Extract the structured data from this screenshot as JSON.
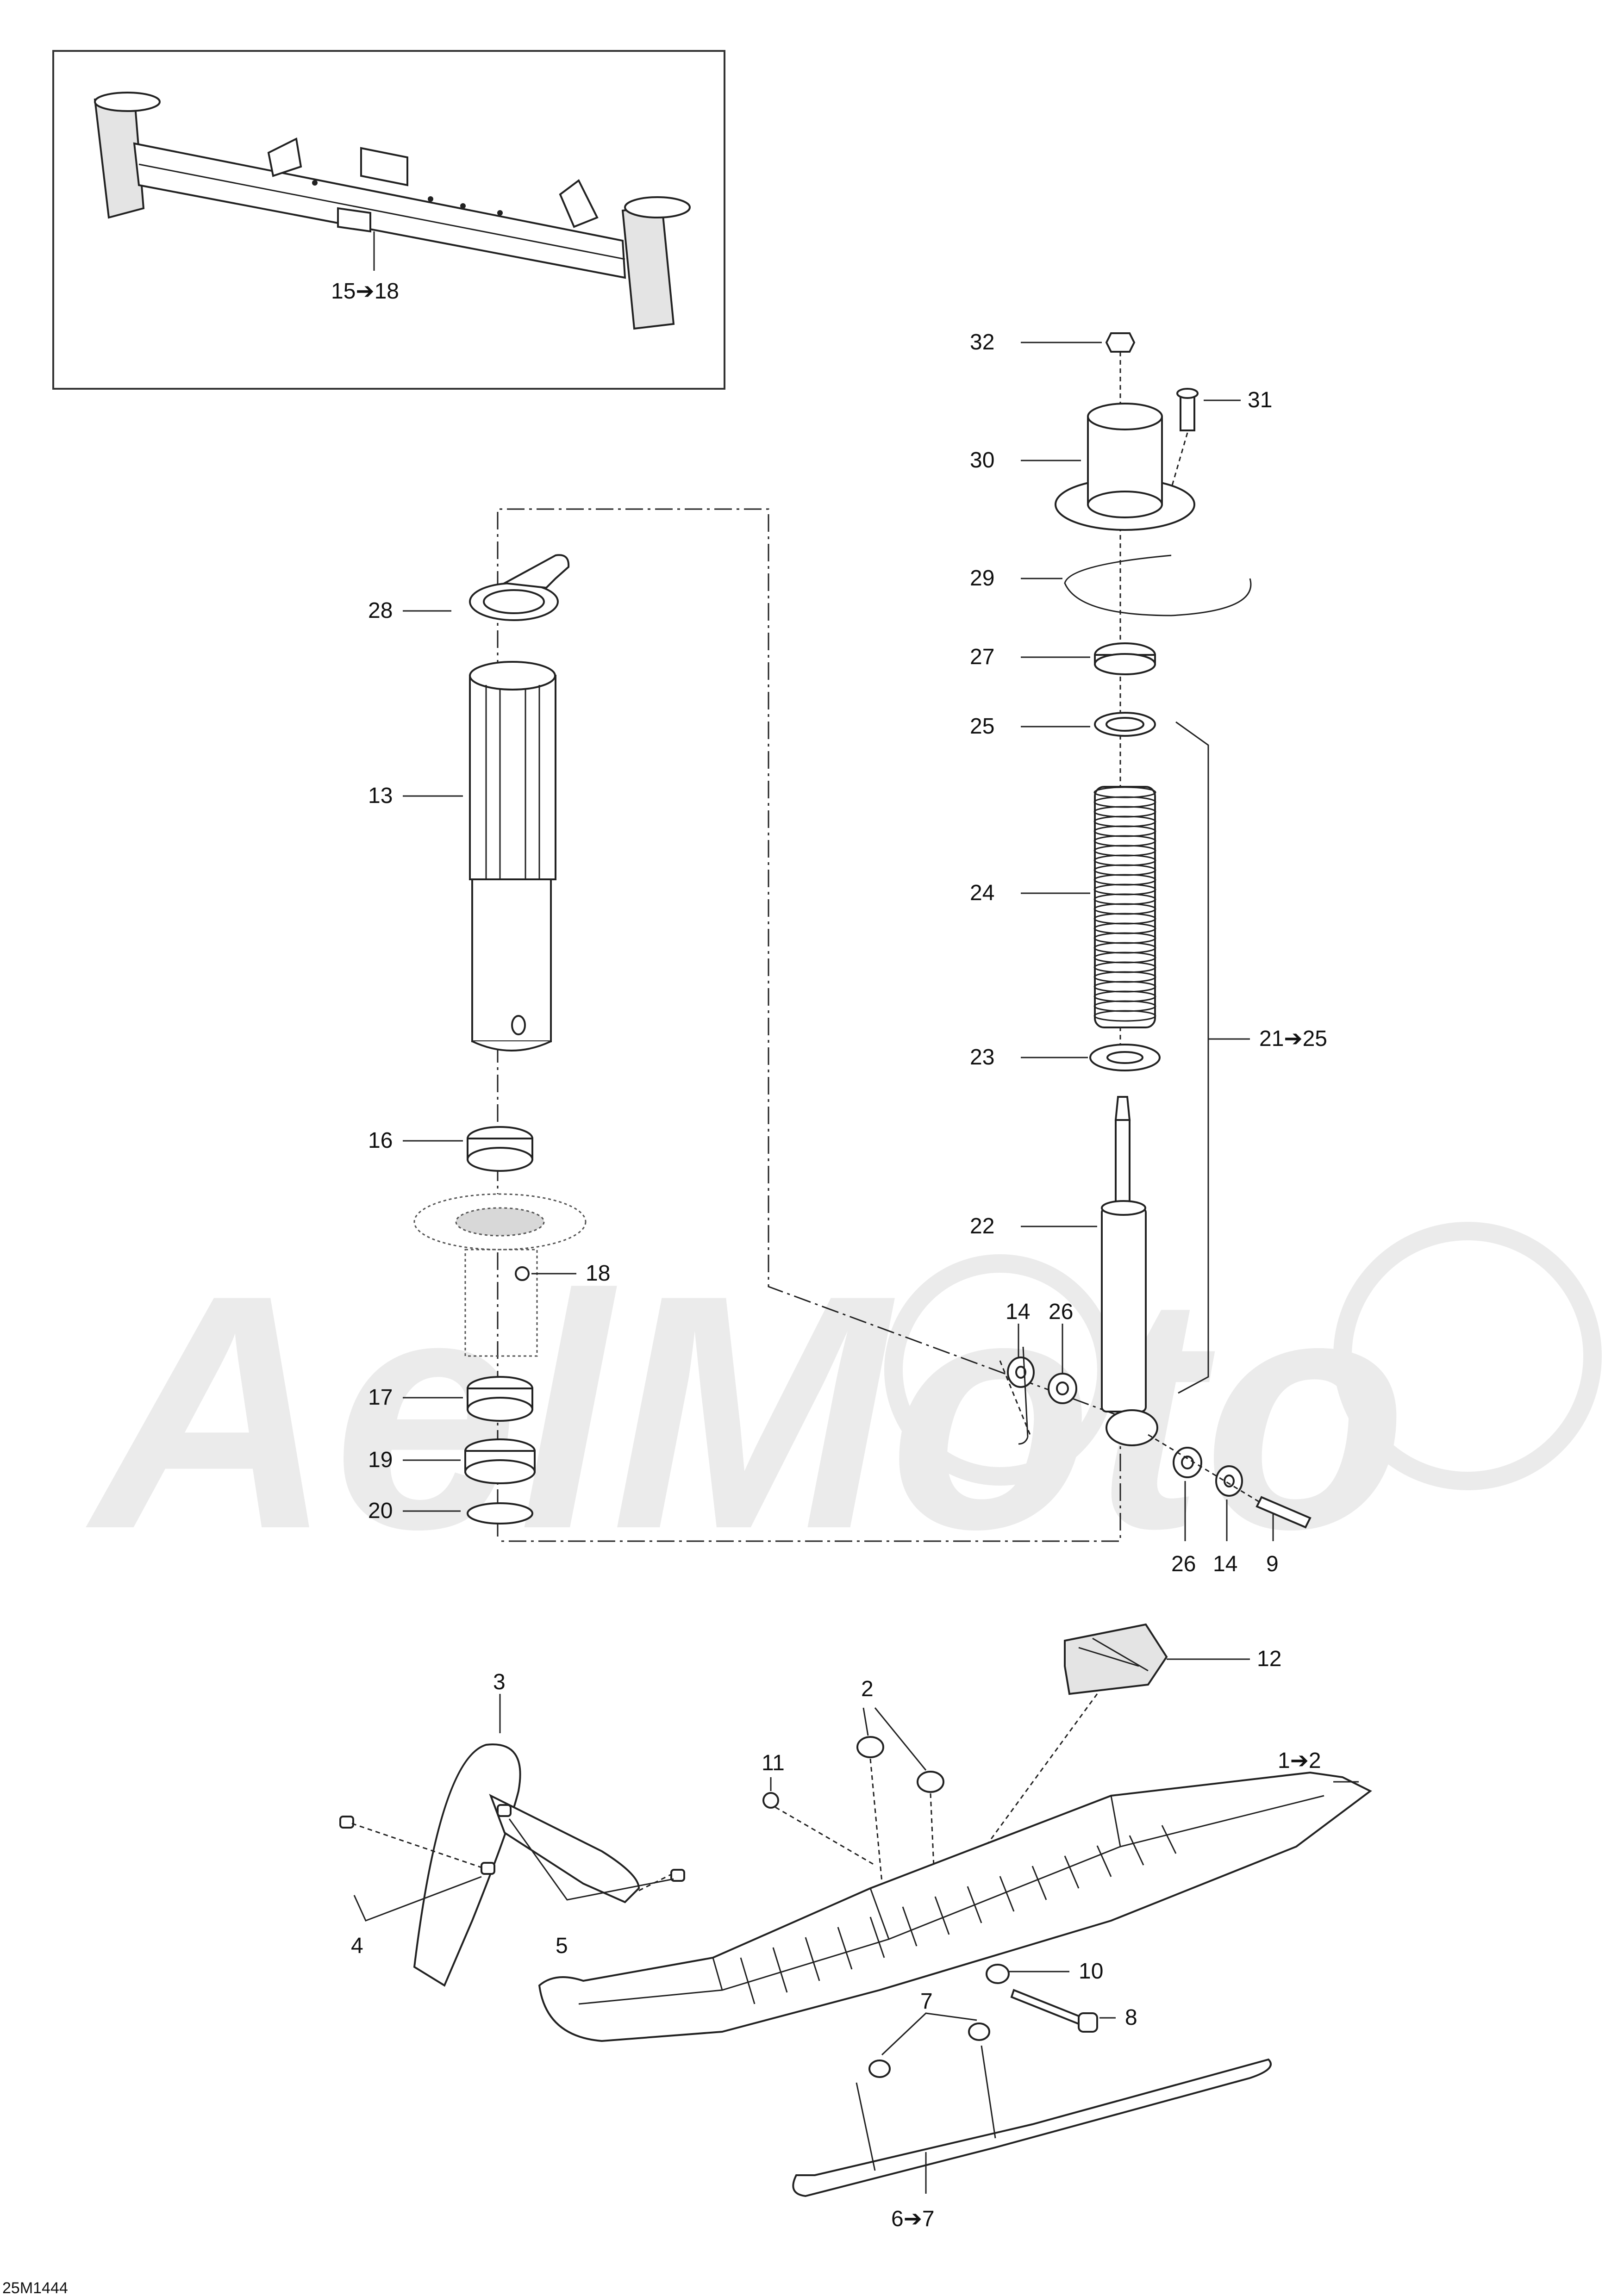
{
  "diagram_id": "25M1444",
  "watermark": "AelMoto",
  "callouts": {
    "c1_2": "1➔2",
    "c2": "2",
    "c3": "3",
    "c4": "4",
    "c5": "5",
    "c6_7": "6➔7",
    "c7": "7",
    "c8": "8",
    "c9": "9",
    "c10": "10",
    "c11": "11",
    "c12": "12",
    "c13": "13",
    "c14a": "14",
    "c14b": "14",
    "c15_18": "15➔18",
    "c16": "16",
    "c17": "17",
    "c18": "18",
    "c19": "19",
    "c20": "20",
    "c21_25": "21➔25",
    "c22": "22",
    "c23": "23",
    "c24": "24",
    "c25": "25",
    "c26a": "26",
    "c26b": "26",
    "c27": "27",
    "c28": "28",
    "c29": "29",
    "c30": "30",
    "c31": "31",
    "c32": "32"
  }
}
